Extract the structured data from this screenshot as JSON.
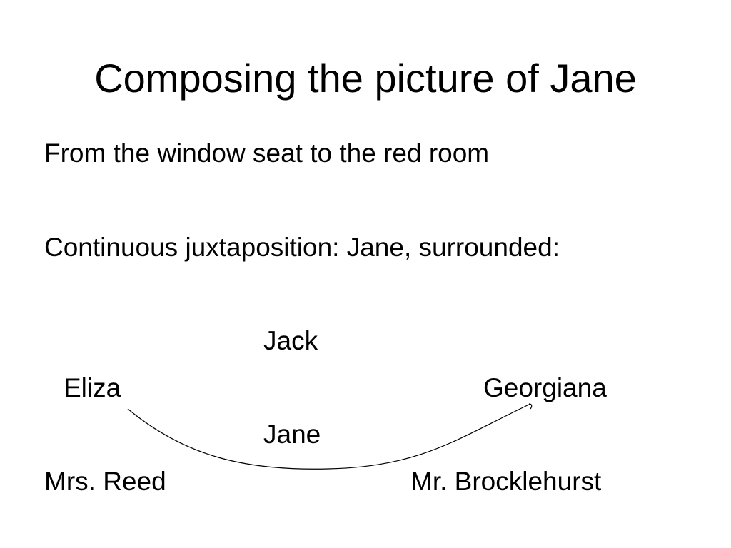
{
  "slide": {
    "title": "Composing the picture of Jane",
    "line1": "From the window seat to the red room",
    "line2": "Continuous juxtaposition:  Jane, surrounded:",
    "diagram": {
      "jack": "Jack",
      "eliza": "Eliza",
      "georgiana": "Georgiana",
      "jane": "Jane",
      "mrs_reed": "Mrs. Reed",
      "mr_brocklehurst": "Mr. Brocklehurst"
    }
  }
}
